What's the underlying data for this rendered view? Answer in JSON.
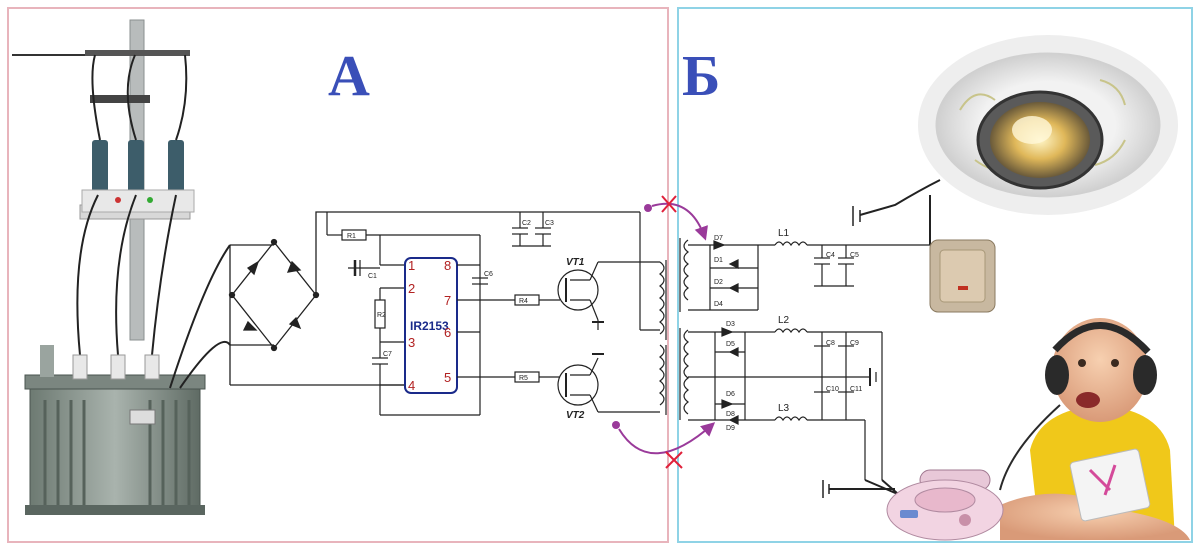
{
  "sections": {
    "left_letter": "А",
    "right_letter": "Б"
  },
  "ic": {
    "name": "IR2153",
    "pins": [
      "1",
      "2",
      "3",
      "4",
      "8",
      "7",
      "6",
      "5"
    ]
  },
  "components": {
    "R1": "R1",
    "R2": "R2",
    "R4": "R4",
    "R5": "R5",
    "C1": "C1",
    "C2": "C2",
    "C3": "C3",
    "C6": "C6",
    "C7": "C7",
    "VT1": "VT1",
    "VT2": "VT2",
    "L1": "L1",
    "L2": "L2",
    "L3": "L3",
    "C4": "C4",
    "C5": "C5",
    "C8": "C8",
    "C9": "C9",
    "C10": "C10",
    "C11": "C11",
    "D1": "D1",
    "D2": "D2",
    "D3": "D3",
    "D4": "D4",
    "D5": "D5",
    "D6": "D6",
    "D7": "D7",
    "D8": "D8",
    "D9": "D9"
  },
  "colors": {
    "frame_left": "#e8b4bc",
    "frame_right": "#8fd3e6",
    "letter": "#3a4fb8",
    "wire": "#222222",
    "pin_number": "#b22222",
    "cross": "#e0203a",
    "arrow": "#9a3a9a"
  }
}
